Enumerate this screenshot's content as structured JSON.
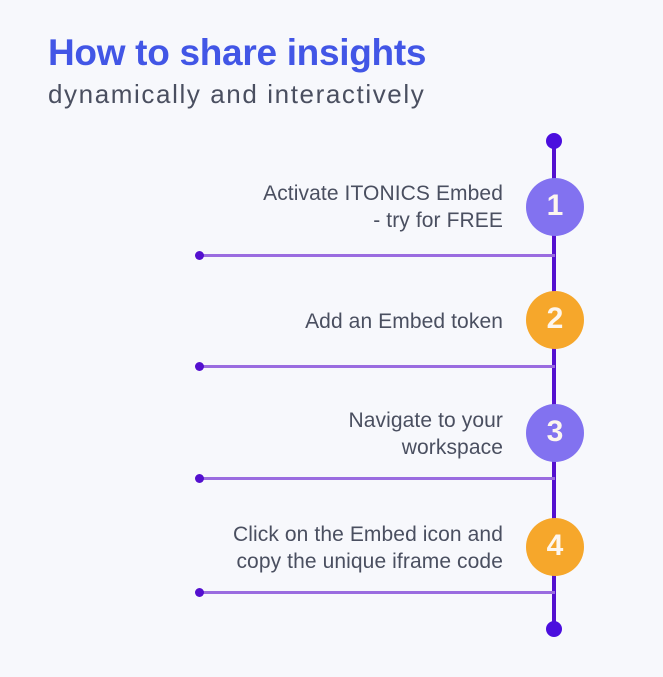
{
  "header": {
    "title": "How to share insights",
    "subtitle": "dynamically and interactively"
  },
  "colors": {
    "background": "#f7f8fc",
    "title_blue": "#4256e6",
    "text_gray": "#4a4f60",
    "axis_violet": "#5410cf",
    "cap_violet": "#4b0ede",
    "connector_purple": "#9a6ce0",
    "node_purple": "#8272f0",
    "node_orange": "#f6a72b",
    "node_numeral": "#fdf6ee"
  },
  "timeline": {
    "top_cap": "axis-cap-top",
    "bottom_cap": "axis-cap-bottom",
    "steps": [
      {
        "number": "1",
        "color": "purple",
        "lines": [
          "Activate ITONICS Embed",
          "- try for FREE"
        ]
      },
      {
        "number": "2",
        "color": "orange",
        "lines": [
          "Add an Embed token"
        ]
      },
      {
        "number": "3",
        "color": "purple",
        "lines": [
          "Navigate to your",
          "workspace"
        ]
      },
      {
        "number": "4",
        "color": "orange",
        "lines": [
          "Click on the Embed icon and",
          "copy the unique iframe code"
        ]
      }
    ]
  }
}
